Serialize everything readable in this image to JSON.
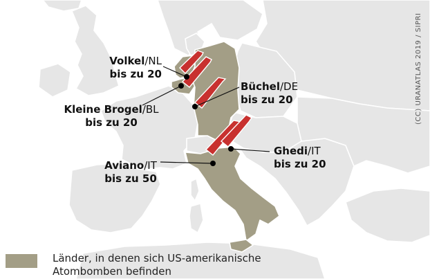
{
  "map": {
    "highlight_color": "#a39e86",
    "land_color": "#e6e6e6",
    "missile_color": "#c8312f",
    "highlighted_countries": [
      "Belgium",
      "Netherlands",
      "Germany",
      "Italy"
    ],
    "sites": [
      {
        "name": "Volkel",
        "country": "/NL",
        "count": "bis zu 20"
      },
      {
        "name": "Kleine Brogel",
        "country": "/BL",
        "count": "bis zu 20"
      },
      {
        "name": "Büchel",
        "country": "/DE",
        "count": "bis zu 20"
      },
      {
        "name": "Aviano",
        "country": "/IT",
        "count": "bis zu 50"
      },
      {
        "name": "Ghedi",
        "country": "/IT",
        "count": "bis zu 20"
      }
    ]
  },
  "credit": "(CC) URANATLAS 2019 / SIPRI",
  "legend": {
    "text": "Länder, in denen sich US-amerikanische Atombomben befinden"
  }
}
